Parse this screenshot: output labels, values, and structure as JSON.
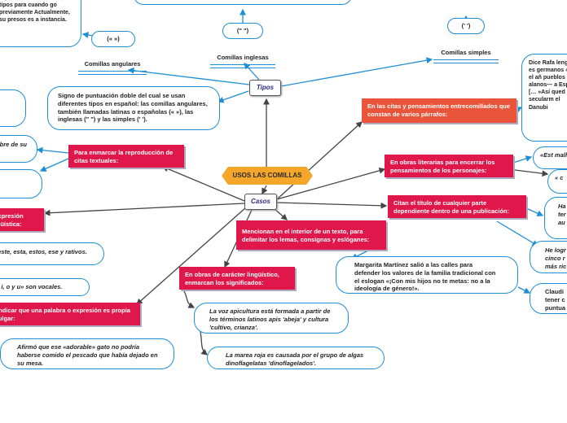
{
  "central": "USOS LAS COMILLAS",
  "tipos": {
    "label": "Tipos",
    "angulares": {
      "title": "Comillas angulares",
      "symbol": "(« »)"
    },
    "inglesas": {
      "title": "Comillas inglesas",
      "symbol": "(\" \")"
    },
    "simples": {
      "title": "Comillas simples",
      "symbol": "(' ')"
    },
    "definicion": "Signo de puntuación doble del cual se usan diferentes tipos en español: las comillas angulares, también llamadas latinas o españolas (« »), las inglesas (\" \") y las simples (' ').",
    "top_left_text": "…primeras de un texto, tipos para cuando go previamente Actualmente, su presos es a instancia."
  },
  "casos": {
    "label": "Casos",
    "citas": "En las citas y pensamientos entrecomillados que constan de varios párrafos:",
    "citas_ejemplo": "Dice Rafa lengua es germanos «En el añ pueblos g alanos— a España [… »Así qued secularm el Danubi",
    "literarias": "En obras literarias para encerrar los pensamientos de los personajes:",
    "literarias_ej1": "«Est malh",
    "literarias_ej2": "« c",
    "titulo": "Citan el título de cualquier parte dependiente dentro de una publicación:",
    "titulo_ej1": "Ha tit ter ob au",
    "titulo_ej2": "He logr cinco r más ric",
    "lemas": "Mencionan en el interior de un texto, para delimitar los lemas, consignas y eslóganes:",
    "lemas_ej": "Margarita Martínez salió a las calles para defender los valores de la familia tradicional con el eslogan «¡Con mis hijos no te metas: no a la ideología de género!».",
    "lemas_ej2": "Claudi tener c puntua",
    "linguistico": "En obras de carácter lingüístico, enmarcan los significados:",
    "ling_ej1": "La voz apicultura está formada a partir de los términos latinos apis 'abeja' y cultura 'cultivo, crianza'.",
    "ling_ej2": "La marea roja es causada por el grupo de algas dinoflagelatas 'dinoflagelados'.",
    "textuales": "Para enmarcar la reproducción de citas textuales:",
    "textuales_ej": "bre de su",
    "expresion": "a expresión lingüística:",
    "expresion_ej1": "«este, esta, estos, ese y rativos.",
    "expresion_ej2": "e, i, o y u» son vocales.",
    "impropia": "ra indicar que una palabra o expresión es propia o vulgar:",
    "impropia_ej": "Afirmó que ese «adorable» gato no podría haberse comido el pescado que había dejado en su mesa."
  }
}
